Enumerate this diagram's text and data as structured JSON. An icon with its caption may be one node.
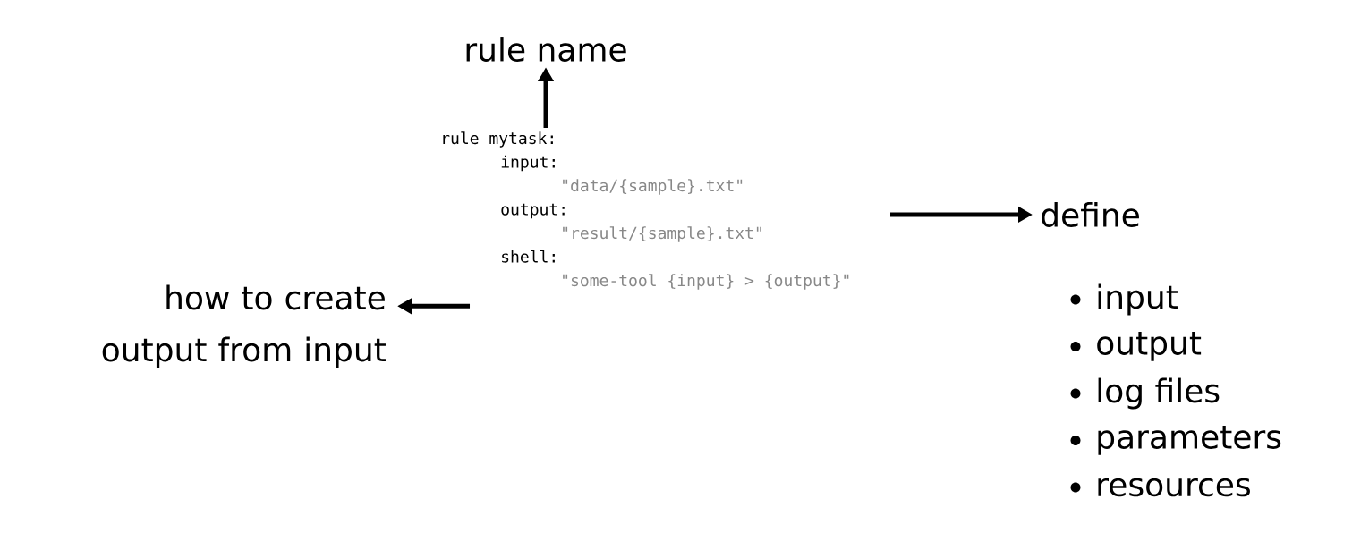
{
  "diagram": {
    "nodes": [
      {
        "text": [
          "rule mytask:",
          "input:",
          "\"data/{sample}.txt\"",
          "output:",
          "\"result/{sample}.txt\"",
          "shell:",
          "\"some-tool {input} > {output}\""
        ]
      },
      {
        "text": [
          "rule name"
        ]
      },
      {
        "text": [
          "define"
        ],
        "beside": [
          "input",
          "output",
          "log files",
          "parameters",
          "resources"
        ]
      },
      {
        "text": [
          "how to create output from input"
        ]
      }
    ],
    "edges": [
      {
        "from": 0,
        "to": 1,
        "arrow": "to"
      },
      {
        "from": 0,
        "to": 2,
        "arrow": "to"
      },
      {
        "from": 0,
        "to": 3,
        "arrow": "to"
      }
    ]
  }
}
